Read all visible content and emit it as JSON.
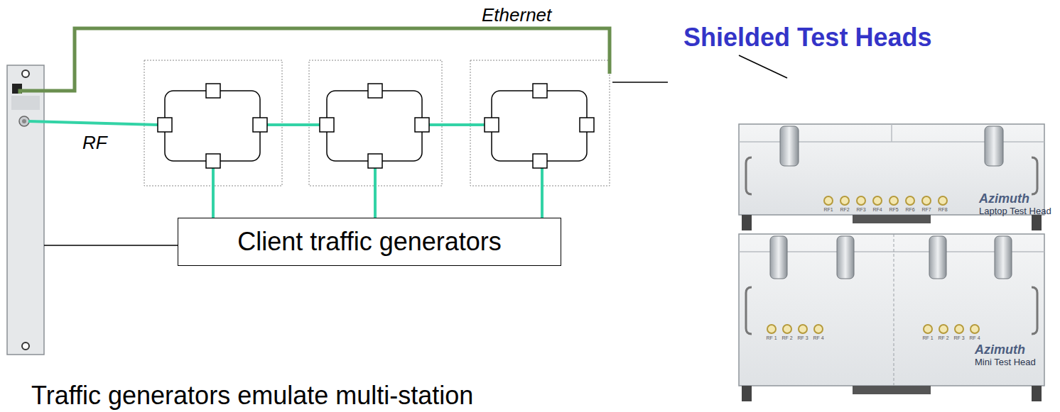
{
  "diagram": {
    "nodes": [
      {
        "text": [
          "Client traffic generators"
        ]
      },
      {
        "text": [
          "Azimuth",
          "Laptop Test Head"
        ]
      },
      {
        "text": [
          "Azimuth",
          "Mini Test Head"
        ]
      }
    ],
    "labels": [
      "Ethernet",
      "RF",
      "Shielded Test Heads",
      "RF1",
      "RF2",
      "RF3",
      "RF4",
      "RF5",
      "RF6",
      "RF7",
      "RF8",
      "RF 1",
      "RF 2",
      "RF 3",
      "RF 4",
      "RF 1",
      "RF 2",
      "RF 3",
      "RF 4",
      "Traffic generators emulate multi-station"
    ]
  }
}
